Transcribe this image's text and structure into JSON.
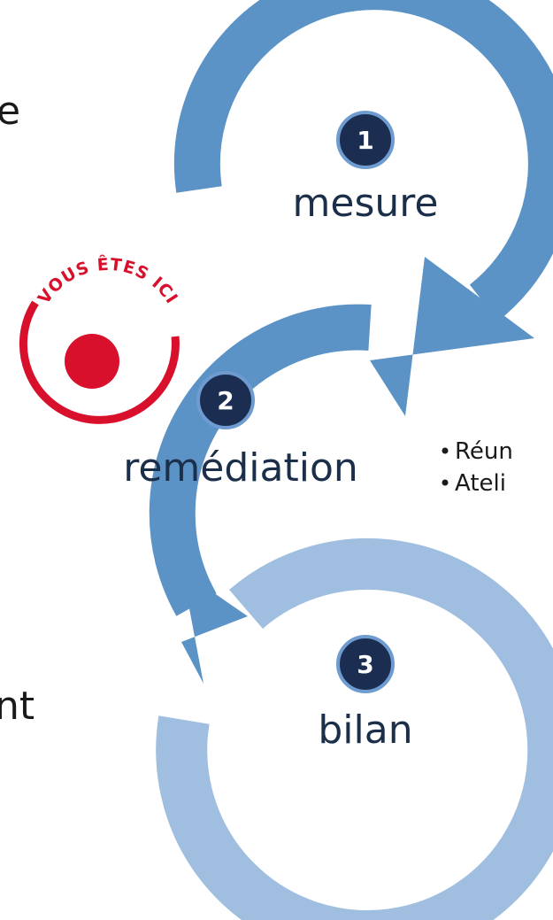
{
  "colors": {
    "arc_primary": "#5b93c6",
    "arc_light": "#9fbee0",
    "badge_fill": "#1b2e52",
    "badge_ring": "#6e9bd0",
    "stamp_red": "#d8102b"
  },
  "steps": [
    {
      "number": "1",
      "label": "mesure"
    },
    {
      "number": "2",
      "label": "remédiation"
    },
    {
      "number": "3",
      "label": "bilan"
    }
  ],
  "stamp": {
    "text": "VOUS ÊTES ICI"
  },
  "bullets": [
    "Réun",
    "Ateli"
  ],
  "edge_text": {
    "top": "e",
    "bottom": "nt"
  }
}
